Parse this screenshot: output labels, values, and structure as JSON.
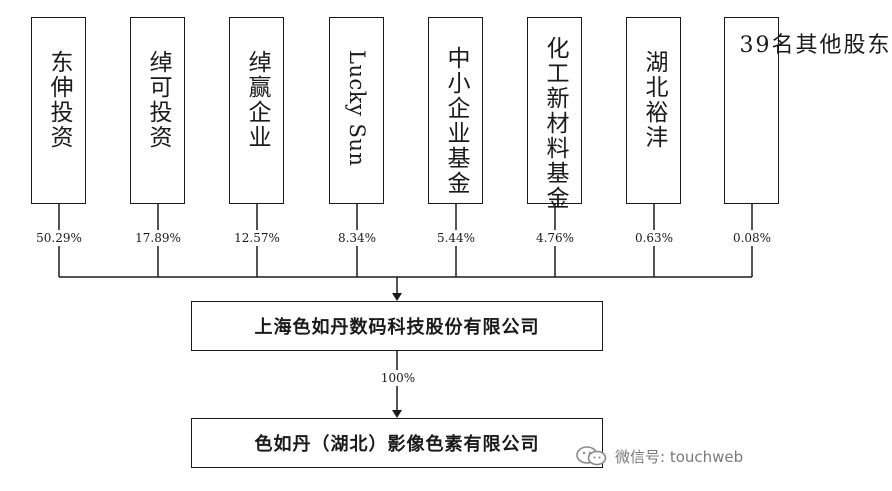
{
  "shareholders": [
    {
      "name": "东伸投资",
      "pct": "50.29%"
    },
    {
      "name": "绰可投资",
      "pct": "17.89%"
    },
    {
      "name": "绰赢企业",
      "pct": "12.57%"
    },
    {
      "name": "Lucky Sun",
      "pct": "8.34%"
    },
    {
      "name": "中小企业基金",
      "pct": "5.44%"
    },
    {
      "name": "化工新材料基金",
      "pct": "4.76%"
    },
    {
      "name": "湖北裕沣",
      "pct": "0.63%"
    },
    {
      "name": "39名其他股东",
      "pct": "0.08%"
    }
  ],
  "parent": {
    "name": "上海色如丹数码科技股份有限公司"
  },
  "subsidiary": {
    "name": "色如丹（湖北）影像色素有限公司",
    "stake": "100%"
  },
  "watermark": {
    "text": "微信号: touchweb",
    "icon": "wechat-icon"
  },
  "colors": {
    "line": "#1a1a1a",
    "watermark": "#7a7a7a"
  }
}
